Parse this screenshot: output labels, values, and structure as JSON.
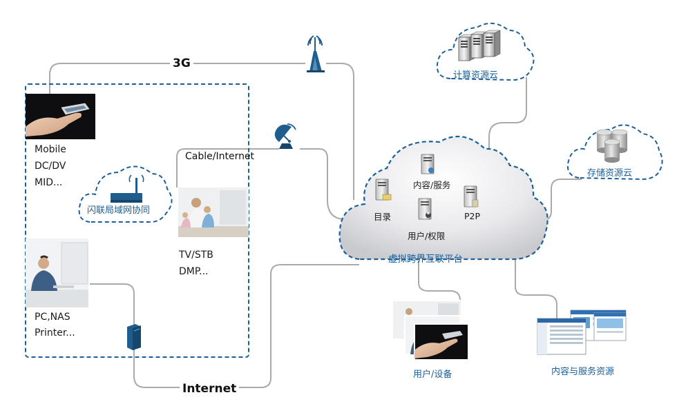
{
  "links": {
    "g3": "3G",
    "cable": "Cable/Internet",
    "internet": "Internet"
  },
  "home_devices": {
    "mobile": [
      "Mobile",
      "DC/DV",
      "MID..."
    ],
    "tv": [
      "TV/STB",
      "DMP..."
    ],
    "pc": [
      "PC,NAS",
      "Printer..."
    ],
    "lan": "闪联局域网协同"
  },
  "platform": {
    "title": "虚拟跨界互联平台",
    "nodes": {
      "directory": "目录",
      "content_service": "内容/服务",
      "user_rights": "用户/权限",
      "p2p": "P2P"
    }
  },
  "clouds": {
    "compute": "计算资源云",
    "storage": "存储资源云"
  },
  "resources": {
    "users_devices": "用户/设备",
    "content_services": "内容与服务资源"
  },
  "colors": {
    "dash": "#1a5f9a",
    "line": "#a9a9a9",
    "icon_blue": "#1f5d8f",
    "label_blue": "#1a5f9a"
  }
}
